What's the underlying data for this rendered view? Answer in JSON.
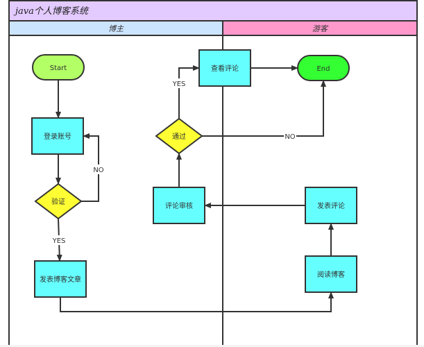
{
  "diagram": {
    "title": "java个人博客系统",
    "colors": {
      "title_band": "#e3caff",
      "lane_blogger": "#cce5ff",
      "lane_visitor": "#ff99cc",
      "process": "#66ffff",
      "decision": "#ffff33",
      "start": "#b3ff66",
      "end": "#33ff33",
      "line": "#333333"
    },
    "lanes": [
      {
        "id": "blogger",
        "label": "博主"
      },
      {
        "id": "visitor",
        "label": "游客"
      }
    ],
    "nodes": [
      {
        "id": "start",
        "type": "terminator",
        "label": "Start",
        "lane": "blogger"
      },
      {
        "id": "login",
        "type": "process",
        "label": "登录账号",
        "lane": "blogger"
      },
      {
        "id": "verify",
        "type": "decision",
        "label": "验证",
        "lane": "blogger"
      },
      {
        "id": "publish_article",
        "type": "process",
        "label": "发表博客文章",
        "lane": "blogger"
      },
      {
        "id": "review_comment",
        "type": "process",
        "label": "评论审核",
        "lane": "blogger"
      },
      {
        "id": "pass",
        "type": "decision",
        "label": "通过",
        "lane": "blogger"
      },
      {
        "id": "view_comment",
        "type": "process",
        "label": "查看评论",
        "lane": "blogger"
      },
      {
        "id": "end",
        "type": "terminator",
        "label": "End",
        "lane": "visitor"
      },
      {
        "id": "read_blog",
        "type": "process",
        "label": "阅读博客",
        "lane": "visitor"
      },
      {
        "id": "post_comment",
        "type": "process",
        "label": "发表评论",
        "lane": "visitor"
      }
    ],
    "edges": [
      {
        "from": "start",
        "to": "login",
        "label": ""
      },
      {
        "from": "login",
        "to": "verify",
        "label": ""
      },
      {
        "from": "verify",
        "to": "login",
        "label": "NO"
      },
      {
        "from": "verify",
        "to": "publish_article",
        "label": "YES"
      },
      {
        "from": "publish_article",
        "to": "read_blog",
        "label": ""
      },
      {
        "from": "read_blog",
        "to": "post_comment",
        "label": ""
      },
      {
        "from": "post_comment",
        "to": "review_comment",
        "label": ""
      },
      {
        "from": "review_comment",
        "to": "pass",
        "label": ""
      },
      {
        "from": "pass",
        "to": "view_comment",
        "label": "YES"
      },
      {
        "from": "pass",
        "to": "end",
        "label": "NO"
      },
      {
        "from": "view_comment",
        "to": "end",
        "label": ""
      }
    ]
  }
}
